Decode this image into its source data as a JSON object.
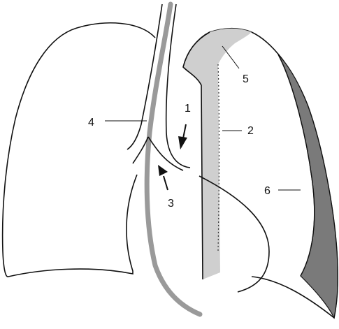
{
  "labels": {
    "l1": "1",
    "l2": "2",
    "l3": "3",
    "l4": "4",
    "l5": "5",
    "l6": "6"
  },
  "colors": {
    "line": "#111111",
    "light_gray": "#cfcfcf",
    "tube_gray": "#9a9a9a",
    "dark_gray": "#7a7a7a"
  }
}
